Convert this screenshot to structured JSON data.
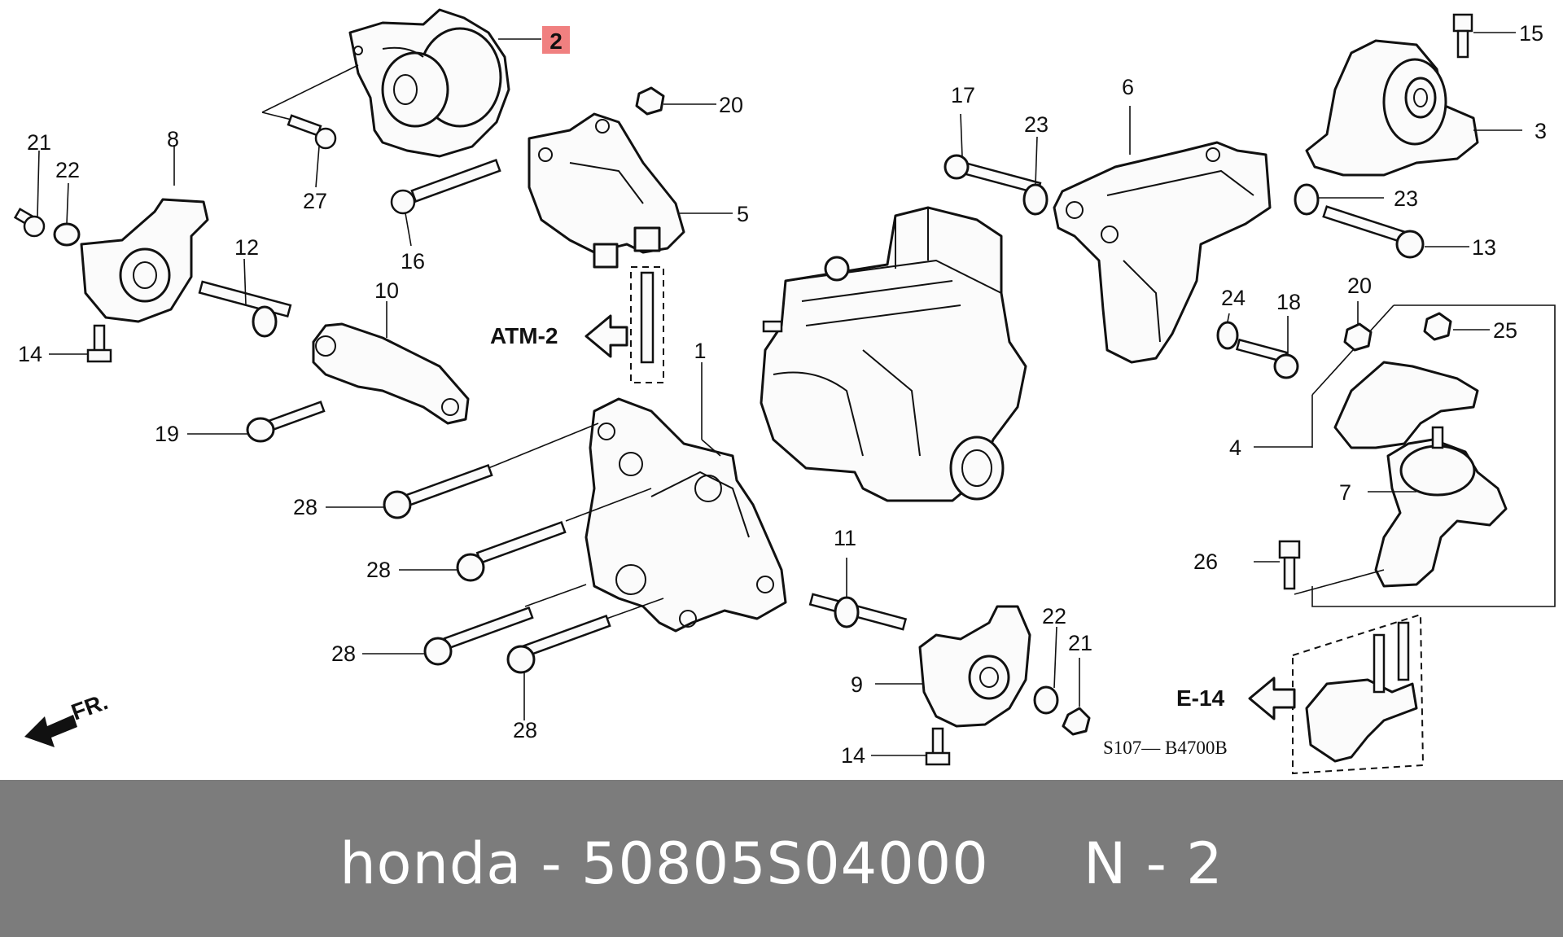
{
  "diagram": {
    "callouts": {
      "c1": "1",
      "c2": "2",
      "c3": "3",
      "c4": "4",
      "c5": "5",
      "c6": "6",
      "c7": "7",
      "c8": "8",
      "c9": "9",
      "c10": "10",
      "c11": "11",
      "c12": "12",
      "c13": "13",
      "c14a": "14",
      "c14b": "14",
      "c15": "15",
      "c16": "16",
      "c17": "17",
      "c18": "18",
      "c19": "19",
      "c20a": "20",
      "c20b": "20",
      "c21a": "21",
      "c21b": "21",
      "c22a": "22",
      "c22b": "22",
      "c23a": "23",
      "c23b": "23",
      "c24": "24",
      "c25": "25",
      "c26": "26",
      "c27": "27",
      "c28a": "28",
      "c28b": "28",
      "c28c": "28",
      "c28d": "28"
    },
    "highlight_color": "#f08080",
    "references": {
      "atm": "ATM-2",
      "e14": "E-14"
    },
    "direction": "FR.",
    "diagram_code": "S107— B4700B"
  },
  "footer": {
    "text": "honda - 50805S04000     N - 2"
  }
}
